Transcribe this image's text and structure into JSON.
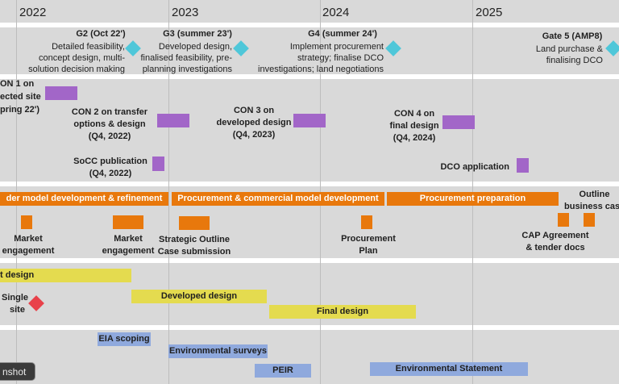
{
  "years": [
    "2022",
    "2023",
    "2024",
    "2025"
  ],
  "gates": {
    "g2": {
      "title": "G2 (Oct 22')",
      "lines": [
        "Detailed feasibility,",
        "concept design, multi-",
        "solution decision making"
      ]
    },
    "g3": {
      "title": "G3 (summer 23')",
      "lines": [
        "Developed design,",
        "finalised feasibility, pre-",
        "planning investigations"
      ]
    },
    "g4": {
      "title": "G4 (summer 24')",
      "lines": [
        "Implement procurement",
        "strategy; finalise DCO",
        "investigations; land negotiations"
      ]
    },
    "g5": {
      "title": "Gate 5 (AMP8)",
      "lines": [
        "Land purchase &",
        "finalising DCO"
      ]
    }
  },
  "consultation": {
    "con1": [
      "ON 1 on",
      "ected site",
      "pring 22')"
    ],
    "con2": [
      "CON 2 on transfer",
      "options & design",
      "(Q4, 2022)"
    ],
    "con3": [
      "CON 3 on",
      "developed design",
      "(Q4, 2023)"
    ],
    "con4": [
      "CON 4 on",
      "final design",
      "(Q4, 2024)"
    ],
    "socc": [
      "SoCC publication",
      "(Q4, 2022)"
    ],
    "dco": "DCO application"
  },
  "commercial": {
    "bar1": "der model development & refinement",
    "bar2": "Procurement & commercial model development",
    "bar3": "Procurement preparation",
    "outline": [
      "Outline",
      "business case"
    ],
    "market1": [
      "Market",
      "engagement"
    ],
    "market2": [
      "Market",
      "engagement"
    ],
    "soc": [
      "Strategic Outline",
      "Case submission"
    ],
    "plan": [
      "Procurement",
      "Plan"
    ],
    "cap": [
      "CAP Agreement",
      "& tender docs"
    ]
  },
  "design": {
    "concept": "t design",
    "single": [
      "Single",
      "site"
    ],
    "developed": "Developed design",
    "final": "Final design"
  },
  "environment": {
    "eia": "EIA scoping",
    "surveys": "Environmental surveys",
    "peir": "PEIR",
    "es": "Environmental Statement"
  },
  "tooltip": "nshot",
  "colors": {
    "milestone": "#4fc7d9",
    "consultation": "#a266c8",
    "commercial": "#e8780c",
    "design": "#e4db4f",
    "environment": "#8fa9dd",
    "decision": "#e8414a"
  }
}
